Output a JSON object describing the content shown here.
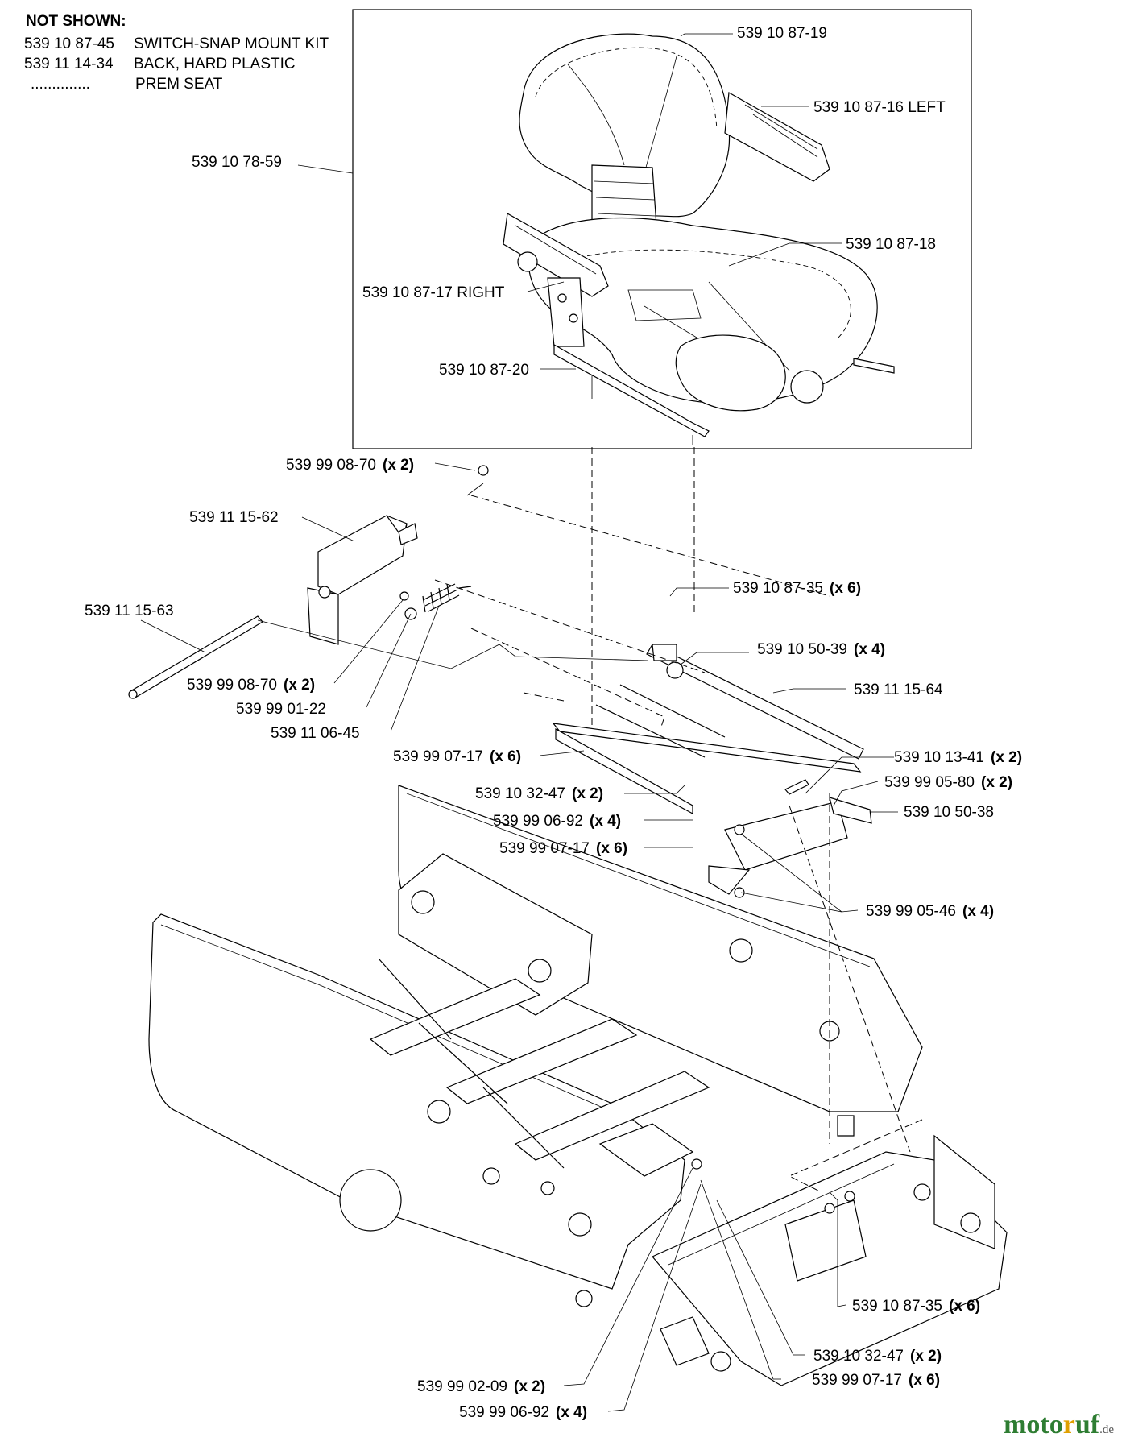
{
  "not_shown": {
    "title": "NOT SHOWN:",
    "rows": [
      {
        "part": "539 10 87-45",
        "desc": "SWITCH-SNAP MOUNT KIT"
      },
      {
        "part": "539 11 14-34",
        "desc": "BACK, HARD PLASTIC"
      },
      {
        "part": "..............",
        "desc": "PREM SEAT"
      }
    ]
  },
  "callouts": [
    {
      "part": "539 10 87-19",
      "qty": ""
    },
    {
      "part": "539 10 87-16 LEFT",
      "qty": ""
    },
    {
      "part": "539 10 78-59",
      "qty": ""
    },
    {
      "part": "539 10 87-18",
      "qty": ""
    },
    {
      "part": "539 10 87-17 RIGHT",
      "qty": ""
    },
    {
      "part": "539 10 87-20",
      "qty": ""
    },
    {
      "part": "539 99 08-70",
      "qty": "(x 2)"
    },
    {
      "part": "539 11 15-62",
      "qty": ""
    },
    {
      "part": "539 10 87-35",
      "qty": "(x 6)"
    },
    {
      "part": "539 11 15-63",
      "qty": ""
    },
    {
      "part": "539 10 50-39",
      "qty": "(x 4)"
    },
    {
      "part": "539 11 15-64",
      "qty": ""
    },
    {
      "part": "539 99 08-70",
      "qty": "(x 2)"
    },
    {
      "part": "539 99 01-22",
      "qty": ""
    },
    {
      "part": "539 11 06-45",
      "qty": ""
    },
    {
      "part": "539 99 07-17",
      "qty": "(x 6)"
    },
    {
      "part": "539 10 13-41",
      "qty": "(x 2)"
    },
    {
      "part": "539 99 05-80",
      "qty": "(x 2)"
    },
    {
      "part": "539 10 32-47",
      "qty": "(x 2)"
    },
    {
      "part": "539 10 50-38",
      "qty": ""
    },
    {
      "part": "539 99 06-92",
      "qty": "(x 4)"
    },
    {
      "part": "539 99 07-17",
      "qty": "(x 6)"
    },
    {
      "part": "539 99 05-46",
      "qty": "(x 4)"
    },
    {
      "part": "539 10 87-35",
      "qty": "(x 6)"
    },
    {
      "part": "539 10 32-47",
      "qty": "(x 2)"
    },
    {
      "part": "539 99 02-09",
      "qty": "(x 2)"
    },
    {
      "part": "539 99 07-17",
      "qty": "(x 6)"
    },
    {
      "part": "539 99 06-92",
      "qty": "(x 4)"
    }
  ],
  "watermark": {
    "brand_a": "moto",
    "brand_b": "r",
    "brand_c": "uf",
    "tld": ".de"
  }
}
